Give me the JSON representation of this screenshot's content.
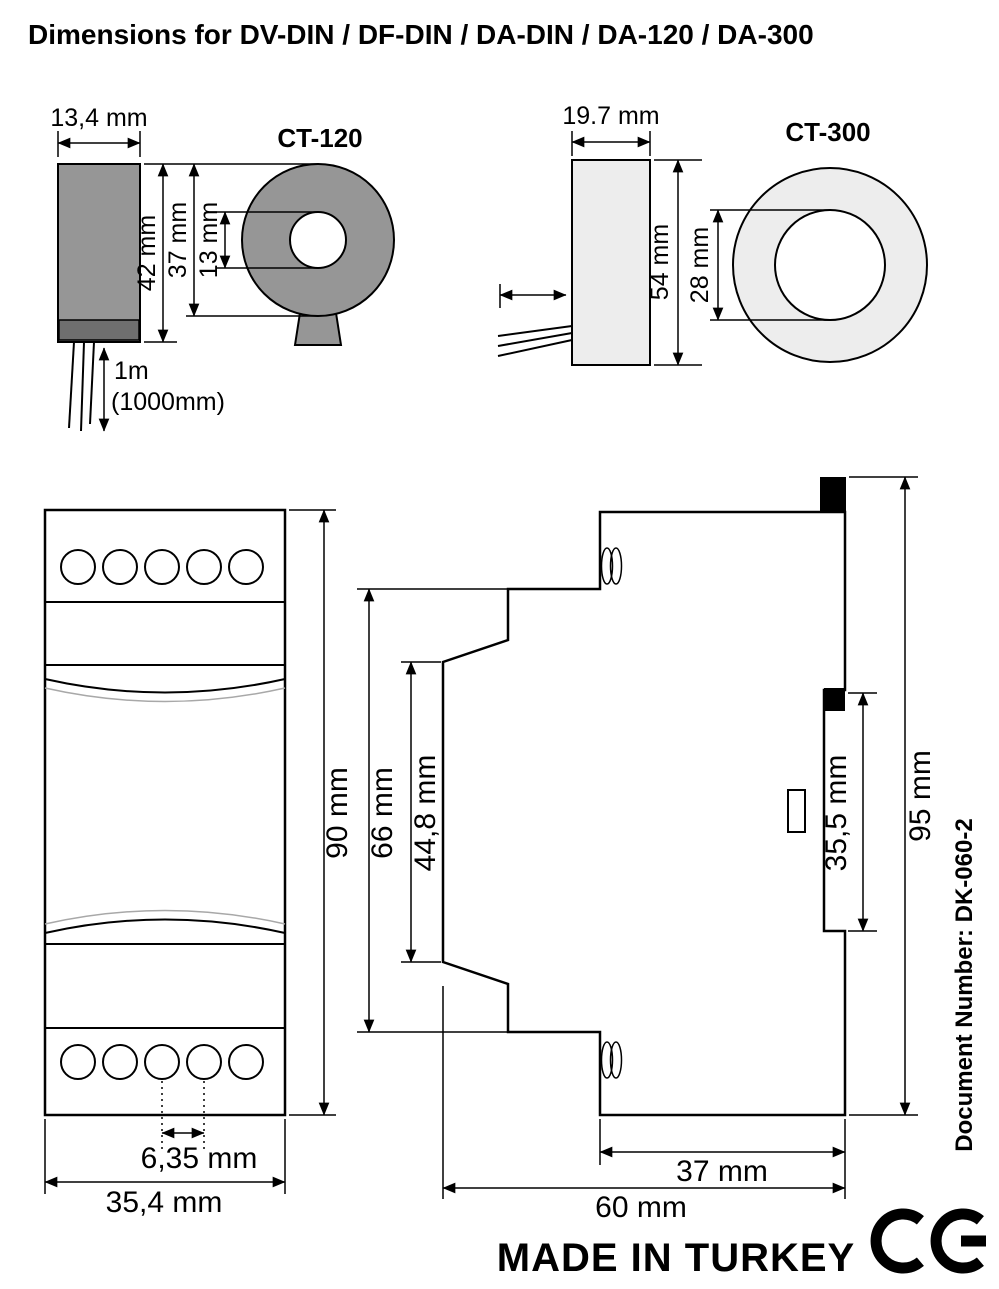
{
  "page": {
    "title": "Dimensions for DV-DIN / DF-DIN / DA-DIN / DA-120 / DA-300"
  },
  "colors": {
    "ct120_body": "#969696",
    "ct120_band": "#6f6f6f",
    "ct300_body": "#ededed",
    "ink": "#000000"
  },
  "ct120": {
    "name": "CT-120",
    "width_label": "13,4 mm",
    "height_label": "42 mm",
    "outer_label": "37 mm",
    "hole_label": "13 mm",
    "cable_line1": "1m",
    "cable_line2": "(1000mm)"
  },
  "ct300": {
    "name": "CT-300",
    "width_label": "19.7 mm",
    "height_label": "54 mm",
    "hole_label": "28 mm"
  },
  "din": {
    "height_label": "90 mm",
    "pitch_label": "6,35 mm",
    "width_label": "35,4 mm",
    "mid_depth_label": "66 mm",
    "bezel_depth_label": "44,8 mm",
    "overall_height_label": "95 mm",
    "rail_label": "35,5 mm",
    "rear_depth_label": "37 mm",
    "depth_label": "60 mm"
  },
  "footer": {
    "document_number": "Document Number: DK-060-2",
    "made_in": "MADE IN TURKEY"
  }
}
